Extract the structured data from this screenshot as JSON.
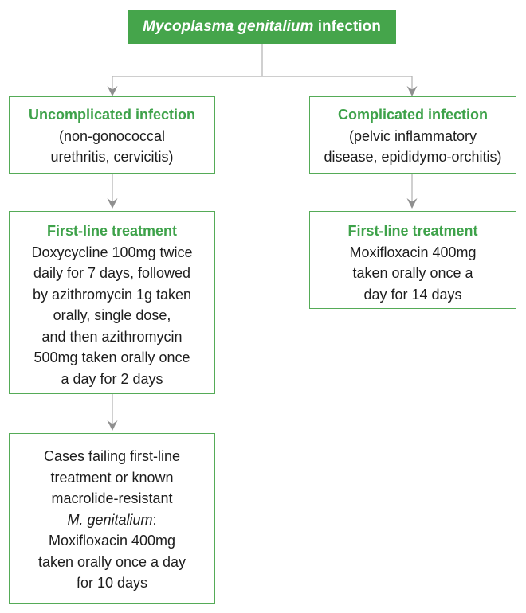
{
  "colors": {
    "accent_green": "#45A54B",
    "border_green": "#55AB57",
    "title_green": "#3EA24A",
    "connector_gray": "#8F8F8F",
    "line_gray": "#B1B1B1",
    "text_dark": "#1D1D1D"
  },
  "header": {
    "title_italic": "Mycoplasma genitalium",
    "title_rest": " infection"
  },
  "boxes": {
    "uncomplicated": {
      "title": "Uncomplicated infection",
      "body": "(non-gonococcal\nurethritis, cervicitis)"
    },
    "complicated": {
      "title": "Complicated infection",
      "body": "(pelvic inflammatory\ndisease, epididymo-orchitis)"
    },
    "firstline_left": {
      "title": "First-line treatment",
      "body": "Doxycycline 100mg twice\ndaily for 7 days, followed\nby azithromycin 1g taken\norally, single dose,\nand then azithromycin\n500mg taken orally once\na day for 2 days"
    },
    "firstline_right": {
      "title": "First-line treatment",
      "body": "Moxifloxacin 400mg\ntaken orally once a\nday for 14 days"
    },
    "resistant": {
      "body_top": "Cases failing first-line\ntreatment or known\nmacrolide-resistant",
      "species": "M. genitalium",
      "species_suffix": ":",
      "body_bottom": "Moxifloxacin 400mg\ntaken orally once a day\nfor 10 days"
    }
  }
}
